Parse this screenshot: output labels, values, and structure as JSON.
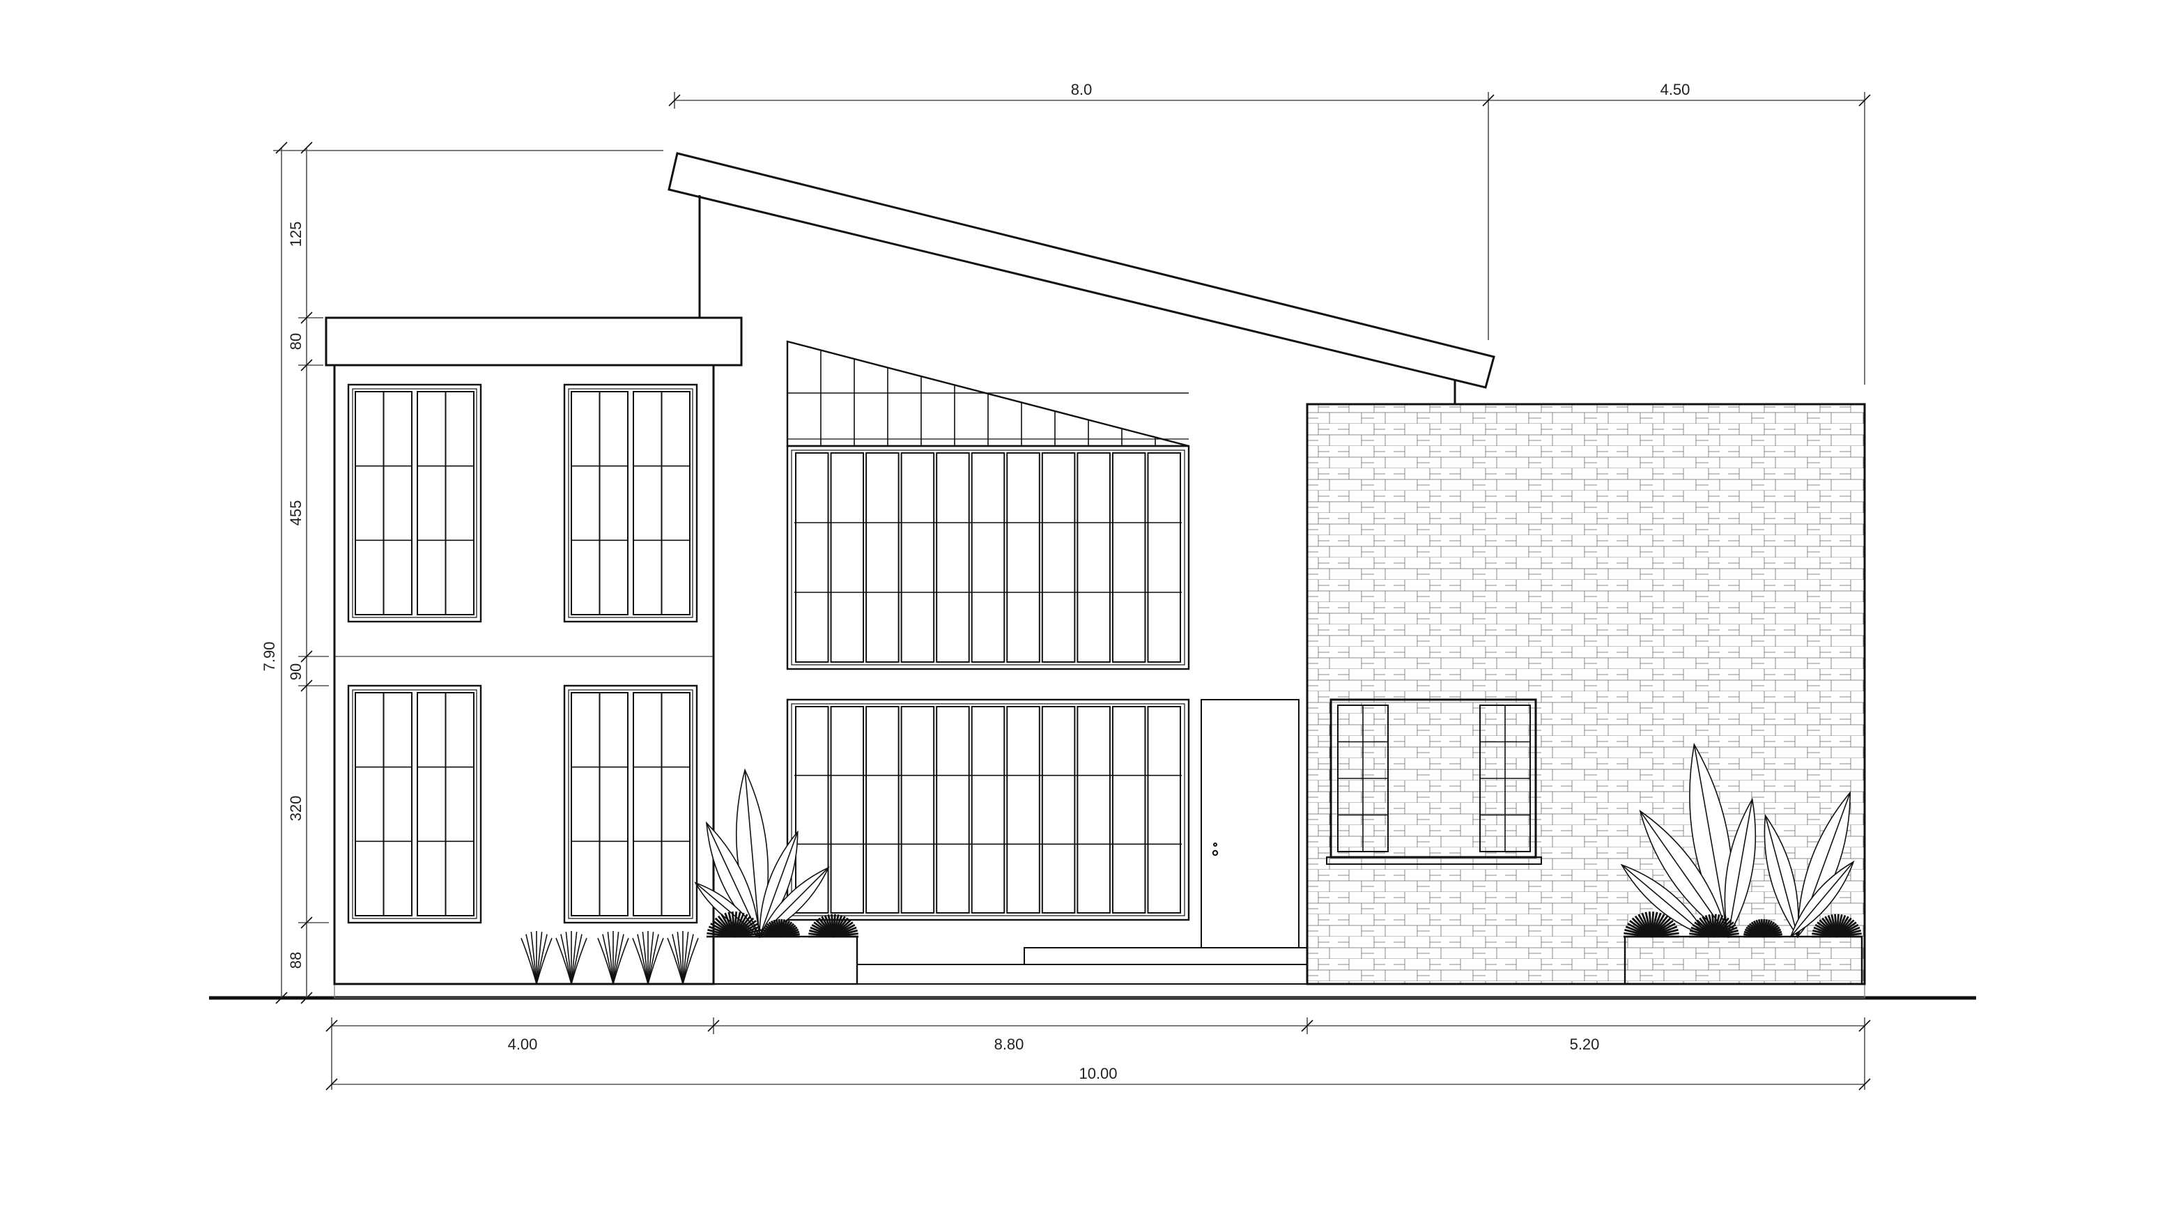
{
  "drawing": {
    "type": "front-elevation",
    "dimensions_top": [
      "8.0",
      "4.50"
    ],
    "dimensions_bottom": [
      "4.00",
      "8.80",
      "5.20"
    ],
    "dimension_total": "10.00",
    "dimensions_left": [
      "125",
      "80",
      "455",
      "90",
      "320",
      "88"
    ],
    "dimension_height_total": "7.90"
  }
}
